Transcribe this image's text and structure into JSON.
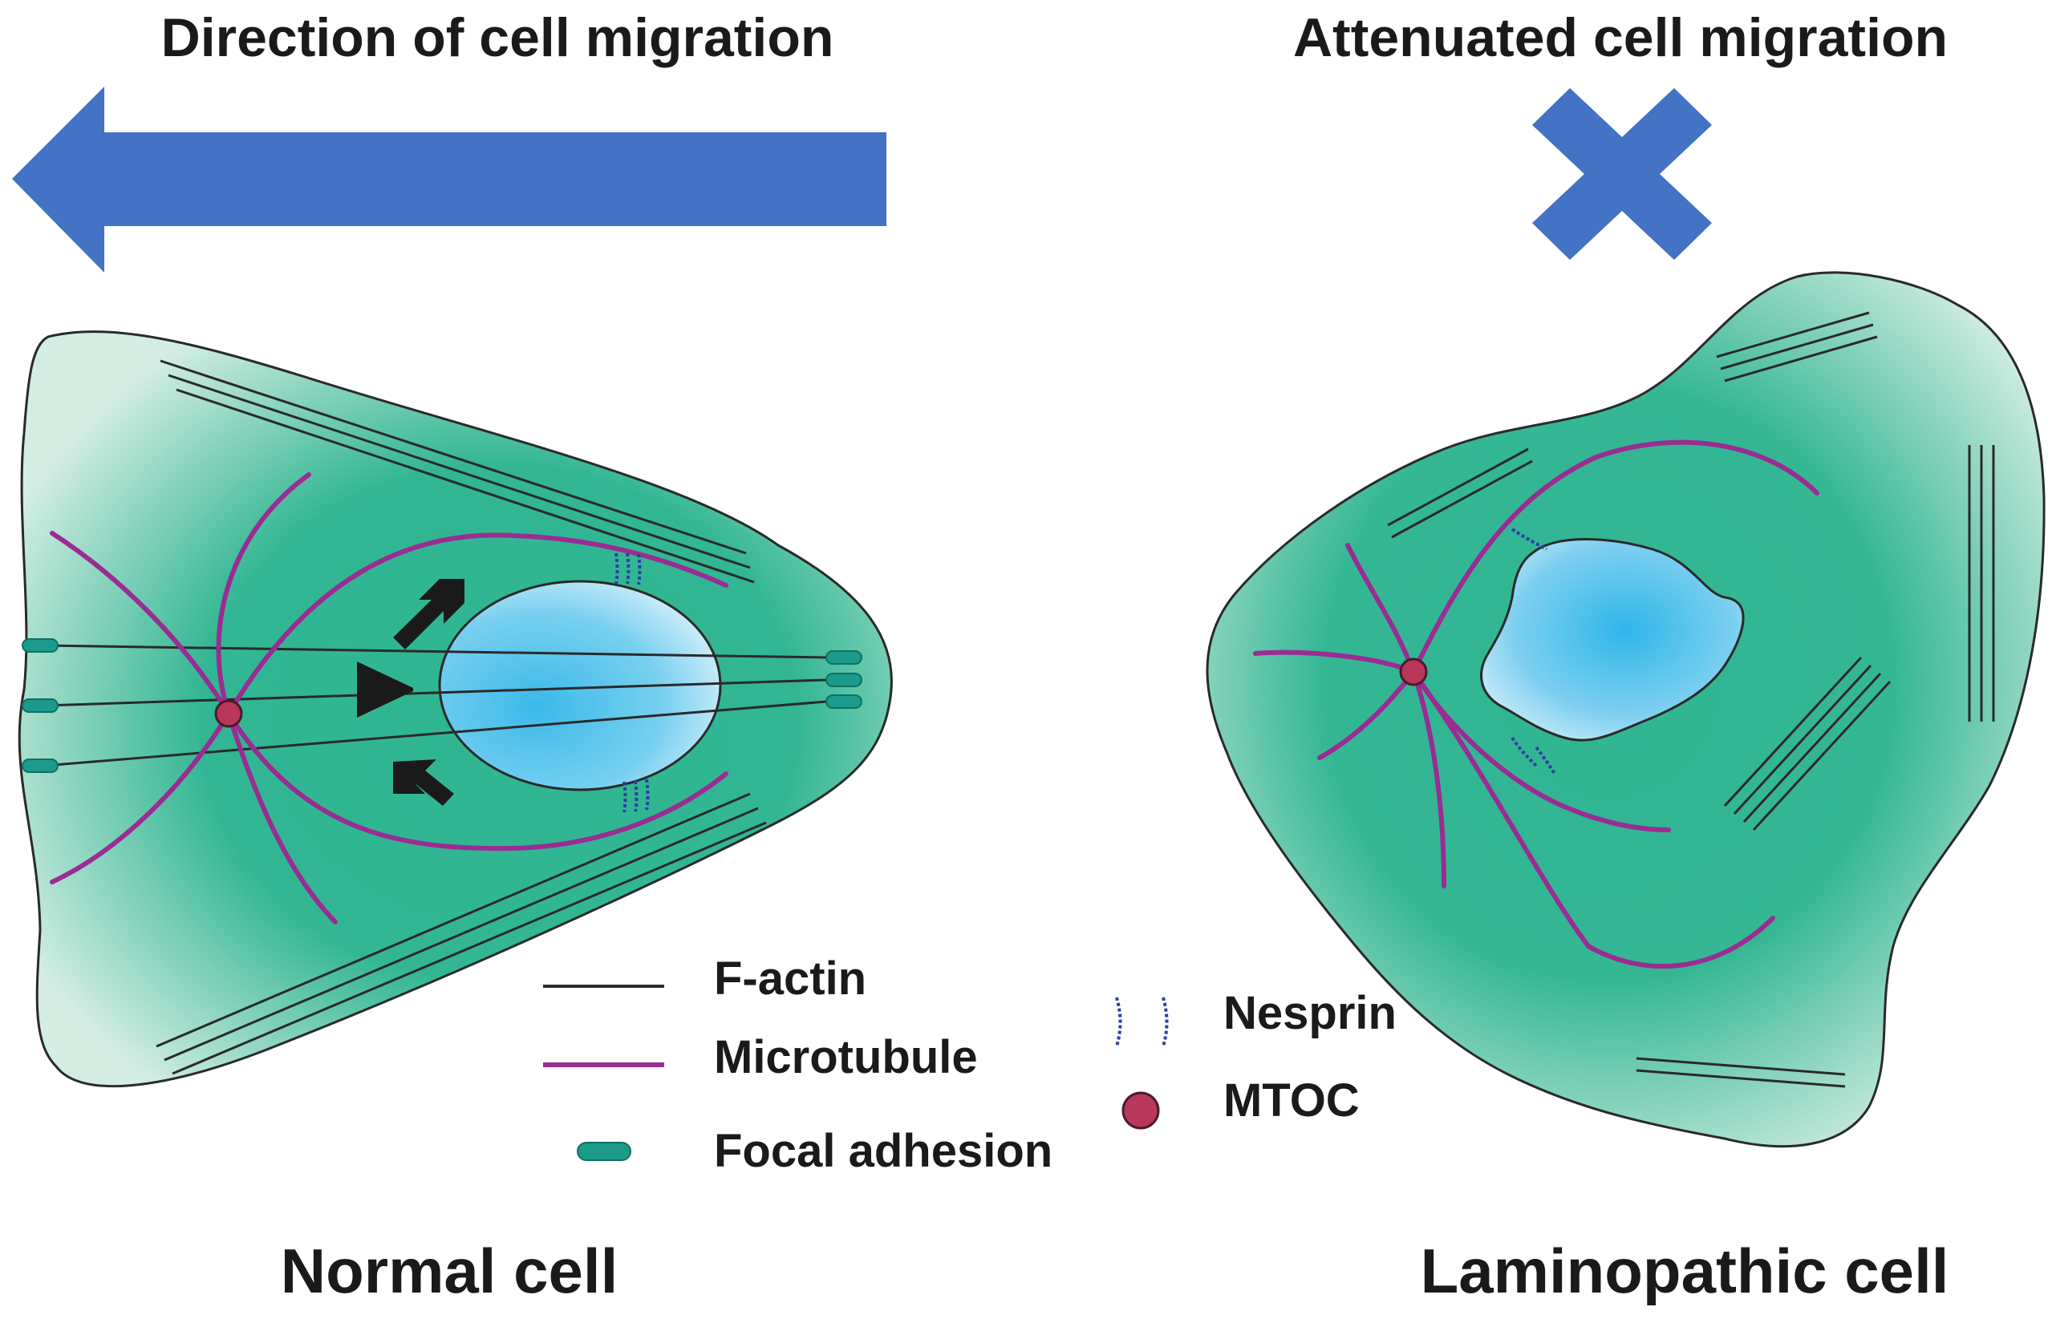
{
  "header": {
    "left_title": "Direction of cell migration",
    "right_title": "Attenuated cell migration"
  },
  "captions": {
    "normal": "Normal cell",
    "laminopathic": "Laminopathic cell"
  },
  "legend": {
    "factin": "F-actin",
    "microtubule": "Microtubule",
    "focal_adhesion": "Focal adhesion",
    "nesprin": "Nesprin",
    "mtoc": "MTOC"
  },
  "colors": {
    "arrow_blue": "#4472c4",
    "cell_green": "#2fb592",
    "cell_edge": "#c9e9dd",
    "nucleus_blue": "#49c2ec",
    "microtubule": "#9b2c93",
    "mtoc": "#b8375a",
    "focal_adhesion": "#1c9a8c",
    "nesprin": "#2e3fa6"
  },
  "icons": {
    "direction": "left-arrow-icon",
    "blocked": "x-cross-icon"
  }
}
